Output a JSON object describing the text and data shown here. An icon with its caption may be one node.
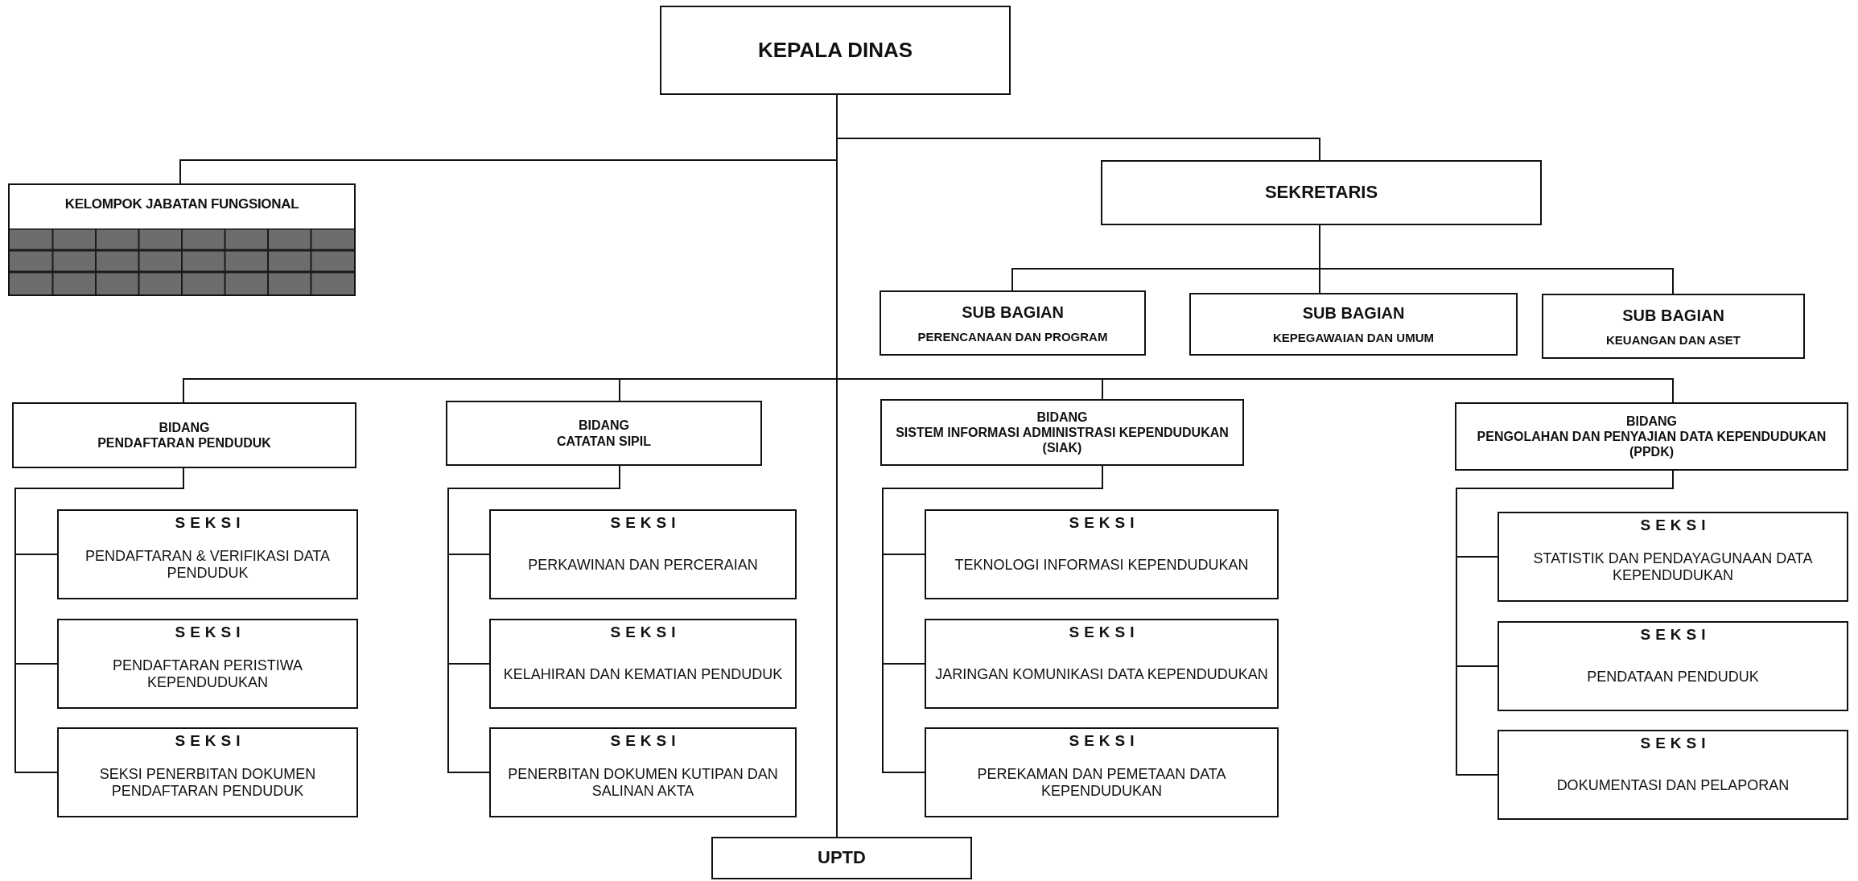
{
  "diagram": {
    "nodes": [
      {
        "text": [
          "KEPALA DINAS"
        ]
      },
      {
        "text": [
          "KELOMPOK JABATAN FUNGSIONAL"
        ]
      },
      {
        "text": [
          "SEKRETARIS"
        ]
      },
      {
        "text": [
          "SUB BAGIAN",
          "PERENCANAAN DAN PROGRAM"
        ]
      },
      {
        "text": [
          "SUB BAGIAN",
          "KEPEGAWAIAN DAN UMUM"
        ]
      },
      {
        "text": [
          "SUB BAGIAN",
          "KEUANGAN DAN ASET"
        ]
      },
      {
        "text": [
          "BIDANG",
          "PENDAFTARAN PENDUDUK"
        ]
      },
      {
        "text": [
          "BIDANG",
          "CATATAN SIPIL"
        ]
      },
      {
        "text": [
          "BIDANG",
          "SISTEM INFORMASI ADMINISTRASI KEPENDUDUKAN (SIAK)"
        ]
      },
      {
        "text": [
          "BIDANG",
          "PENGOLAHAN DAN PENYAJIAN DATA KEPENDUDUKAN (PPDK)"
        ]
      },
      {
        "text": [
          "SEKSI",
          "PENDAFTARAN & VERIFIKASI DATA PENDUDUK"
        ]
      },
      {
        "text": [
          "SEKSI",
          "PENDAFTARAN PERISTIWA KEPENDUDUKAN"
        ]
      },
      {
        "text": [
          "SEKSI",
          "SEKSI PENERBITAN DOKUMEN PENDAFTARAN PENDUDUK"
        ]
      },
      {
        "text": [
          "SEKSI",
          "PERKAWINAN DAN PERCERAIAN"
        ]
      },
      {
        "text": [
          "SEKSI",
          "KELAHIRAN DAN KEMATIAN PENDUDUK"
        ]
      },
      {
        "text": [
          "SEKSI",
          "PENERBITAN DOKUMEN KUTIPAN DAN SALINAN AKTA"
        ]
      },
      {
        "text": [
          "SEKSI",
          "TEKNOLOGI INFORMASI KEPENDUDUKAN"
        ]
      },
      {
        "text": [
          "SEKSI",
          "JARINGAN KOMUNIKASI DATA KEPENDUDUKAN"
        ]
      },
      {
        "text": [
          "SEKSI",
          "PEREKAMAN DAN PEMETAAN DATA KEPENDUDUKAN"
        ]
      },
      {
        "text": [
          "SEKSI",
          "STATISTIK DAN PENDAYAGUNAAN DATA KEPENDUDUKAN"
        ]
      },
      {
        "text": [
          "SEKSI",
          "PENDATAAN PENDUDUK"
        ]
      },
      {
        "text": [
          "SEKSI",
          "DOKUMENTASI DAN PELAPORAN"
        ]
      },
      {
        "text": [
          "UPTD"
        ]
      }
    ],
    "edges": [
      {
        "from": 0,
        "to": 1,
        "arrow": "none"
      },
      {
        "from": 0,
        "to": 2,
        "arrow": "none"
      },
      {
        "from": 2,
        "to": 3,
        "arrow": "none"
      },
      {
        "from": 2,
        "to": 4,
        "arrow": "none"
      },
      {
        "from": 2,
        "to": 5,
        "arrow": "none"
      },
      {
        "from": 0,
        "to": 6,
        "arrow": "none"
      },
      {
        "from": 0,
        "to": 7,
        "arrow": "none"
      },
      {
        "from": 0,
        "to": 8,
        "arrow": "none"
      },
      {
        "from": 0,
        "to": 9,
        "arrow": "none"
      },
      {
        "from": 6,
        "to": 10,
        "arrow": "none"
      },
      {
        "from": 6,
        "to": 11,
        "arrow": "none"
      },
      {
        "from": 6,
        "to": 12,
        "arrow": "none"
      },
      {
        "from": 7,
        "to": 13,
        "arrow": "none"
      },
      {
        "from": 7,
        "to": 14,
        "arrow": "none"
      },
      {
        "from": 7,
        "to": 15,
        "arrow": "none"
      },
      {
        "from": 8,
        "to": 16,
        "arrow": "none"
      },
      {
        "from": 8,
        "to": 17,
        "arrow": "none"
      },
      {
        "from": 8,
        "to": 18,
        "arrow": "none"
      },
      {
        "from": 9,
        "to": 19,
        "arrow": "none"
      },
      {
        "from": 9,
        "to": 20,
        "arrow": "none"
      },
      {
        "from": 9,
        "to": 21,
        "arrow": "none"
      },
      {
        "from": 0,
        "to": 22,
        "arrow": "none"
      }
    ]
  }
}
